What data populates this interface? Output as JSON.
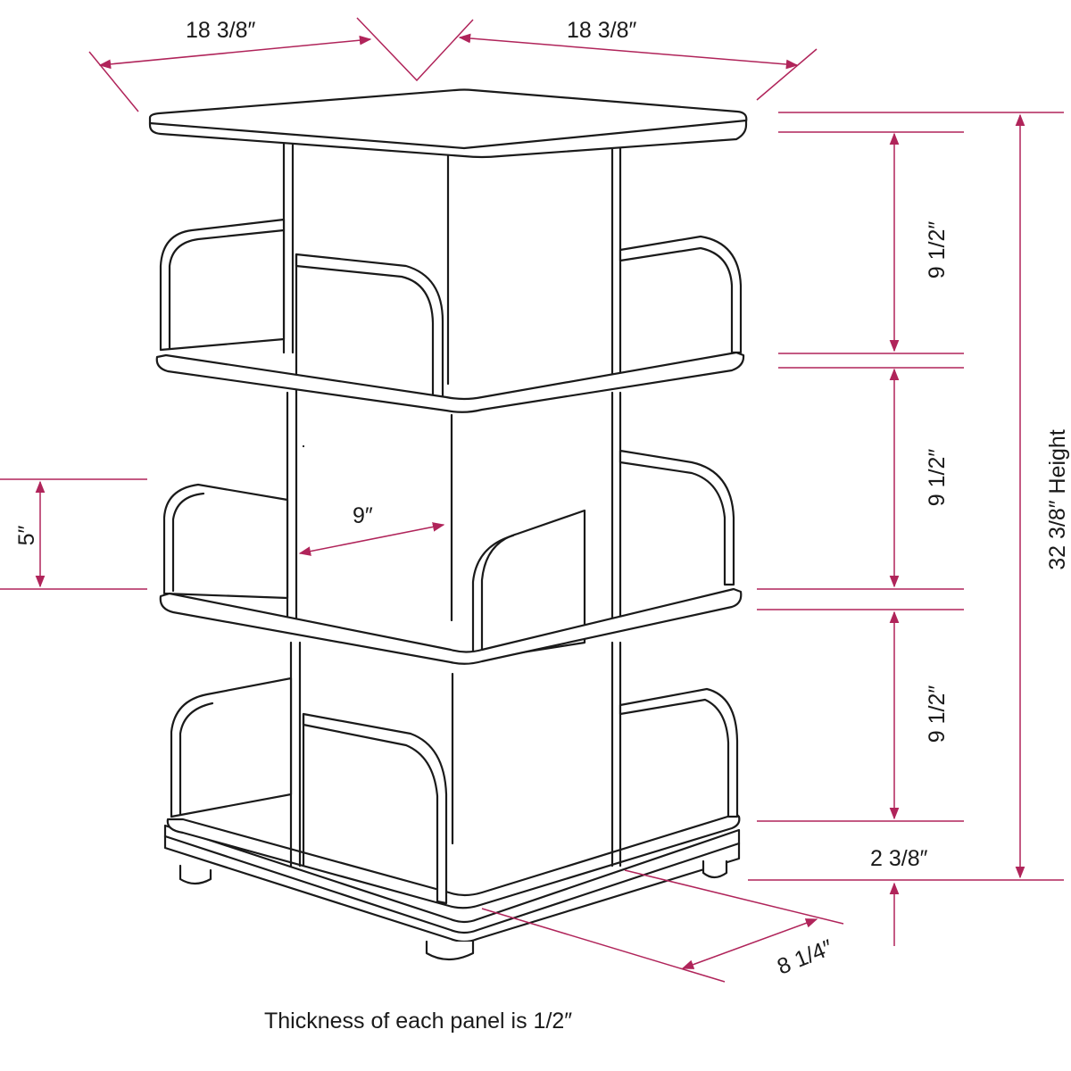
{
  "colors": {
    "outline": "#1a1a1a",
    "dimension": "#b0245a",
    "background": "#ffffff"
  },
  "dimensions": {
    "top_width_left": "18  3/8″",
    "top_width_right": "18  3/8″",
    "shelf_height_top": "9 1/2″",
    "shelf_height_middle": "9 1/2″",
    "shelf_height_bottom": "9 1/2″",
    "total_height": "32 3/8″ Height",
    "base_height": "2  3/8″",
    "divider_height": "5″",
    "compartment_width": "9″",
    "base_depth": "8  1/4″"
  },
  "caption": "Thickness of each panel is 1/2″"
}
